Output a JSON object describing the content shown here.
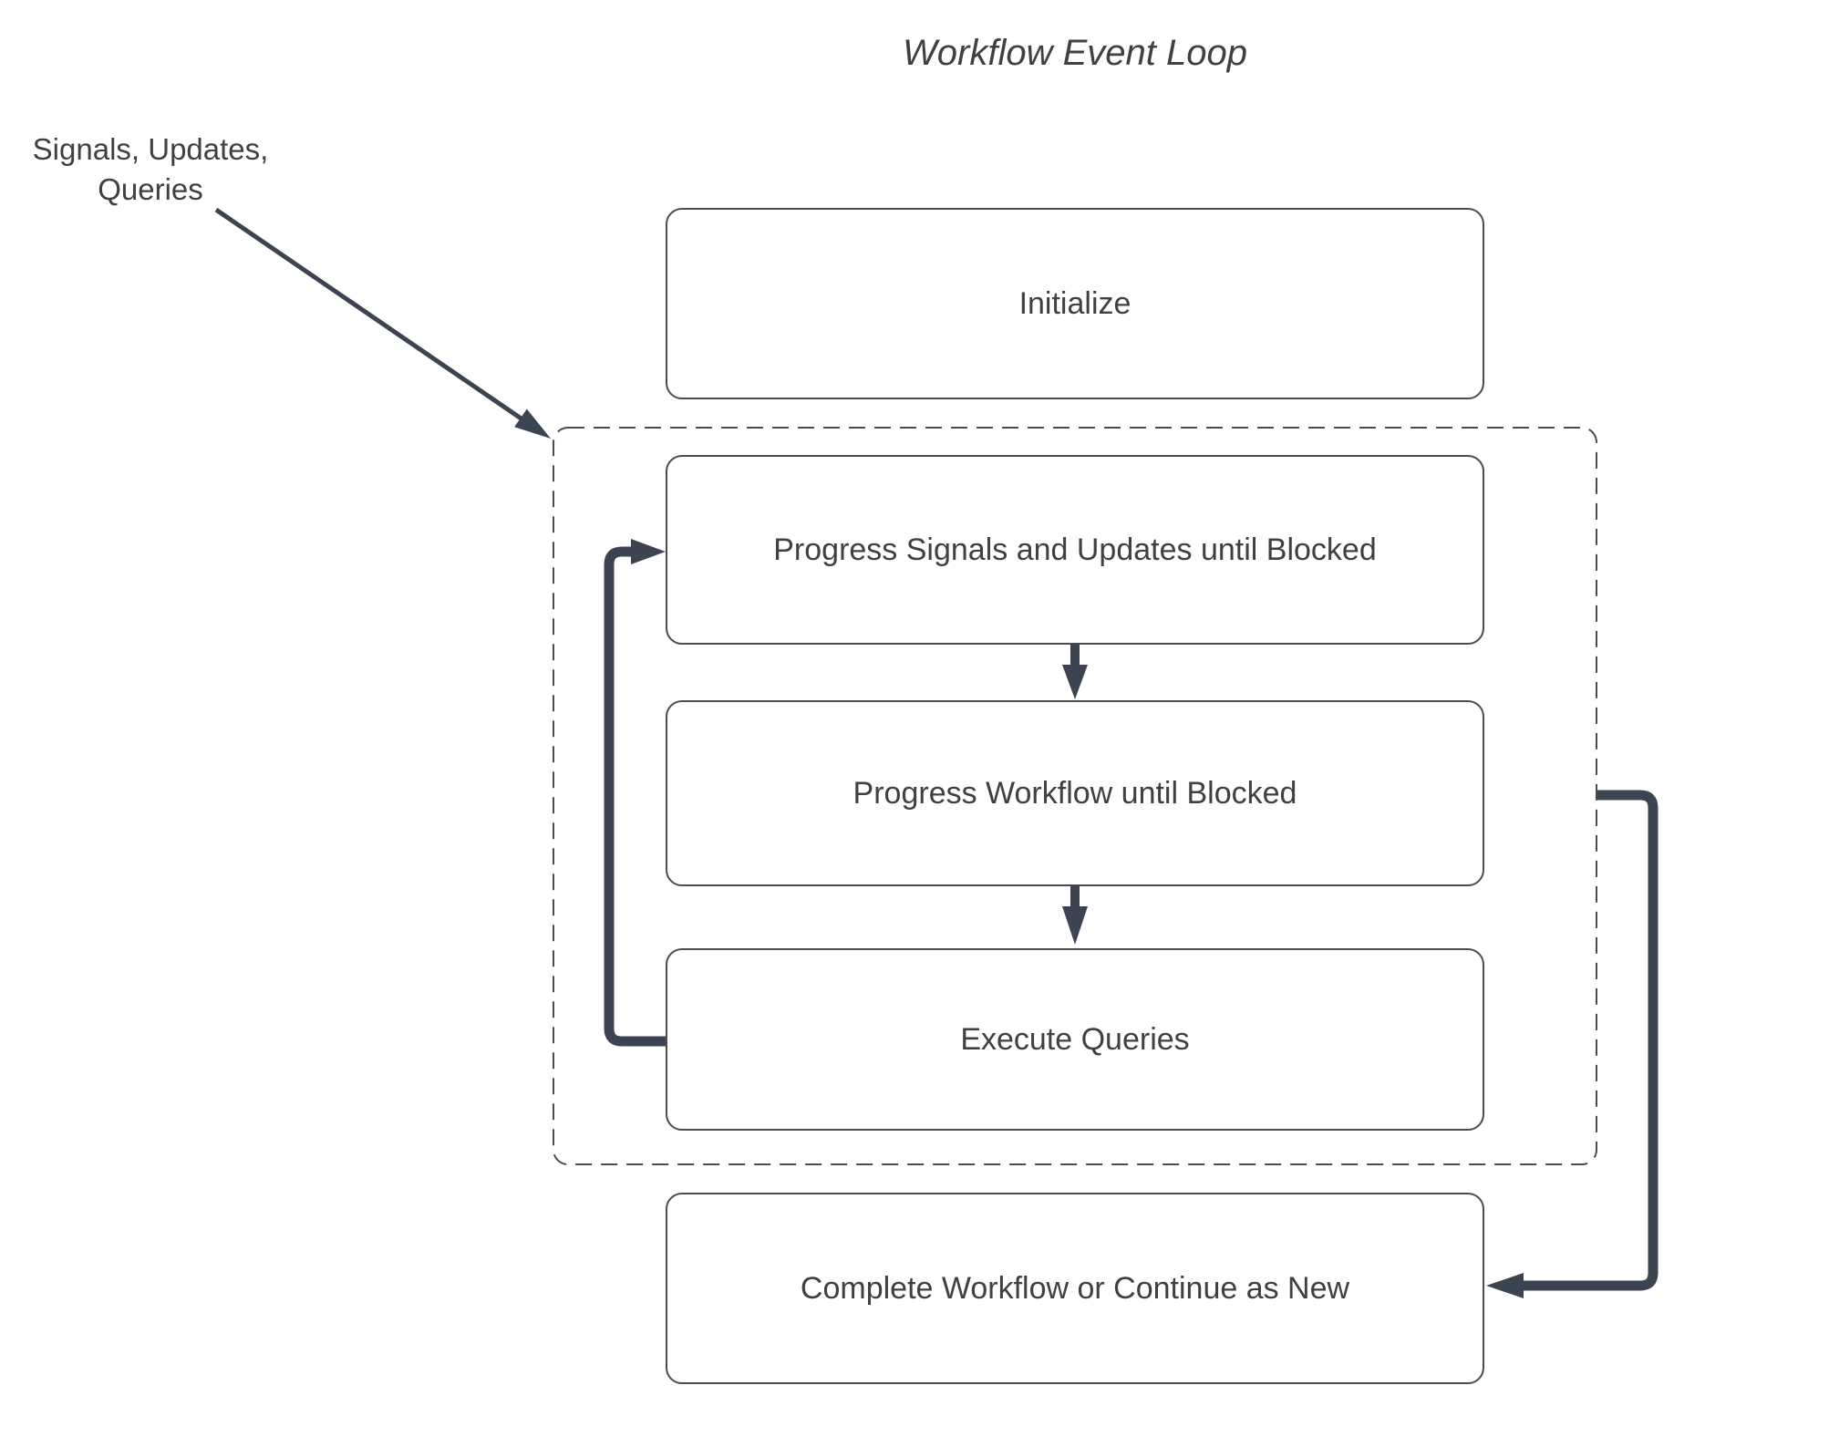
{
  "title": "Workflow Event Loop",
  "annotation": "Signals, Updates,\nQueries",
  "nodes": {
    "initialize": {
      "label": "Initialize"
    },
    "progress_signals": {
      "label": "Progress Signals and Updates until Blocked"
    },
    "progress_workflow": {
      "label": "Progress Workflow until Blocked"
    },
    "execute_queries": {
      "label": "Execute Queries"
    },
    "complete": {
      "label": "Complete Workflow or Continue as New"
    }
  },
  "container": {
    "name": "event-loop-dashed-group",
    "style": "dashed"
  },
  "edges": [
    {
      "from": "annotation-signals-updates-queries",
      "to": "event-loop-dashed-group",
      "style": "thin-diagonal-arrow"
    },
    {
      "from": "progress_signals",
      "to": "progress_workflow",
      "style": "short-down-arrow"
    },
    {
      "from": "progress_workflow",
      "to": "execute_queries",
      "style": "short-down-arrow"
    },
    {
      "from": "execute_queries",
      "to": "progress_signals",
      "style": "thick-left-loop-arrow"
    },
    {
      "from": "event-loop-dashed-group",
      "to": "complete",
      "style": "thick-right-arrow"
    }
  ],
  "colors": {
    "arrow": "#3d4451",
    "box-border": "#4c4c4c",
    "text": "#404040",
    "background": "#ffffff"
  }
}
